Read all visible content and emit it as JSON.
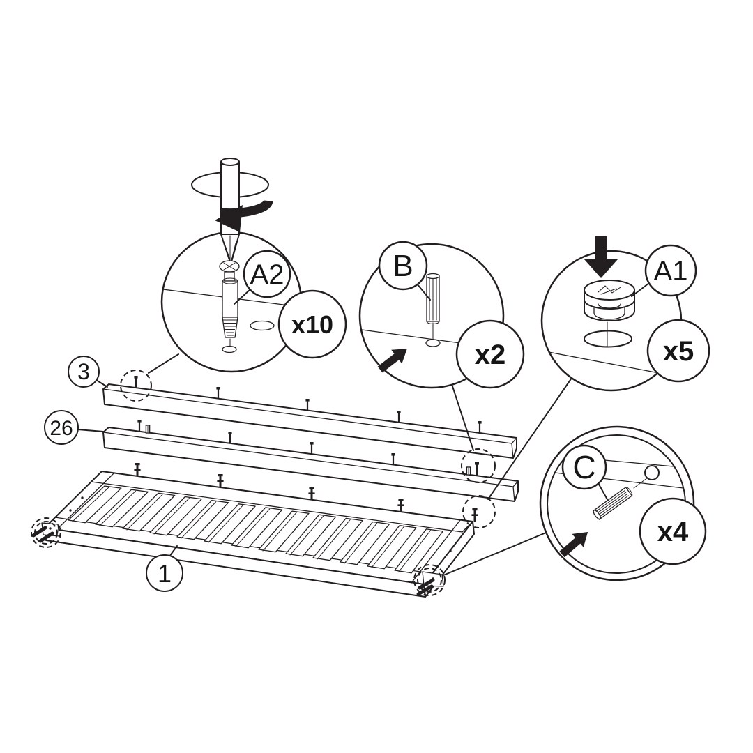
{
  "diagram": {
    "type": "furniture-assembly-step",
    "background_color": "#ffffff",
    "line_color": "#231f20",
    "callouts": [
      {
        "id": "A2",
        "label": "A2",
        "quantity": "x10",
        "icon": "bolt-with-screwdriver"
      },
      {
        "id": "B",
        "label": "B",
        "quantity": "x2",
        "icon": "wooden-dowel"
      },
      {
        "id": "A1",
        "label": "A1",
        "quantity": "x5",
        "icon": "cam-lock"
      },
      {
        "id": "C",
        "label": "C",
        "quantity": "x4",
        "icon": "wooden-dowel"
      }
    ],
    "parts": [
      {
        "number": "3"
      },
      {
        "number": "26"
      },
      {
        "number": "1"
      }
    ]
  }
}
